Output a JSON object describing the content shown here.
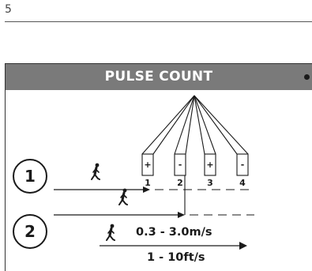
{
  "page": {
    "number": "5"
  },
  "diagram": {
    "title": "PULSE COUNT",
    "zones": [
      {
        "sign": "+",
        "number": "1"
      },
      {
        "sign": "-",
        "number": "2"
      },
      {
        "sign": "+",
        "number": "3"
      },
      {
        "sign": "-",
        "number": "4"
      }
    ],
    "scenarios": [
      {
        "label": "1"
      },
      {
        "label": "2"
      }
    ],
    "speed_metric": "0.3 - 3.0m/s",
    "speed_imperial": "1 - 10ft/s"
  }
}
